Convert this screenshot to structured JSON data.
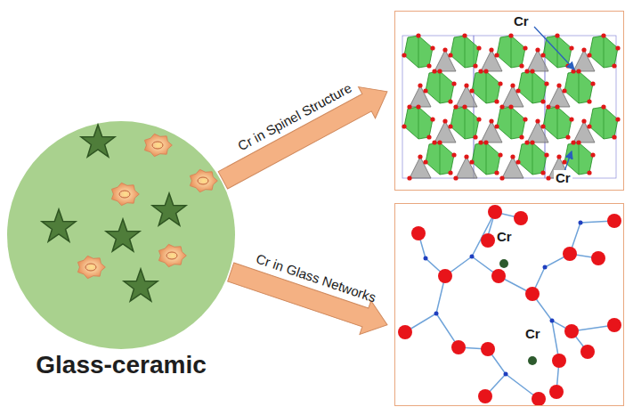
{
  "diagram": {
    "nodes": [
      {
        "text": [
          "Glass-ceramic"
        ]
      },
      {
        "text": [
          "Cr",
          "Cr"
        ]
      },
      {
        "text": [
          "Cr",
          "Cr"
        ]
      }
    ],
    "edges": [
      {
        "from": 0,
        "to": 1,
        "arrow": "to",
        "label": "Cr in Spinel Structure"
      },
      {
        "from": 0,
        "to": 2,
        "arrow": "to",
        "label": "Cr in Glass Networks"
      }
    ]
  }
}
